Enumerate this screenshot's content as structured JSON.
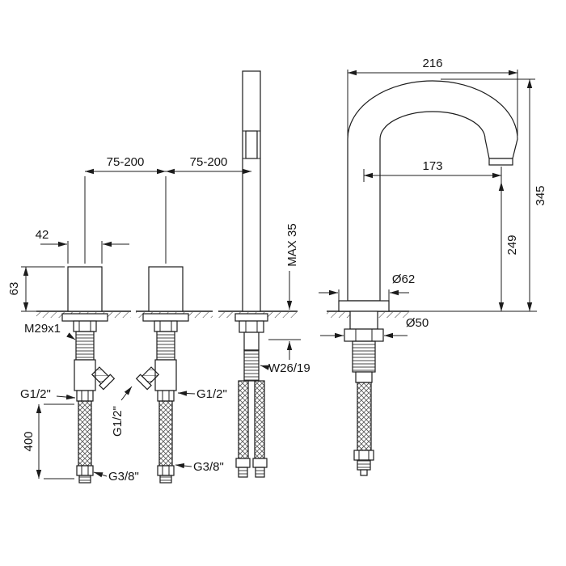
{
  "page": {
    "title": "Basin mixer technical dimension drawing"
  },
  "colors": {
    "line": "#1c1c1c",
    "background": "#ffffff"
  },
  "diagram": {
    "labels": {
      "overall_width": "216",
      "spout_reach": "173",
      "overall_height": "345",
      "spout_height": "249",
      "spacing_left": "75-200",
      "spacing_right": "75-200",
      "handle_diameter": "42",
      "handle_height": "63",
      "max_deck_thickness": "MAX 35",
      "base_diameter": "Ø62",
      "shank_diameter": "Ø50",
      "handle_thread": "M29x1",
      "g12_left": "G1/2\"",
      "g12_mid": "G1/2\"",
      "g12_right": "G1/2\"",
      "hose_length": "400",
      "g38_left": "G3/8\"",
      "g38_right": "G3/8\"",
      "spout_thread": "W26/19"
    }
  }
}
